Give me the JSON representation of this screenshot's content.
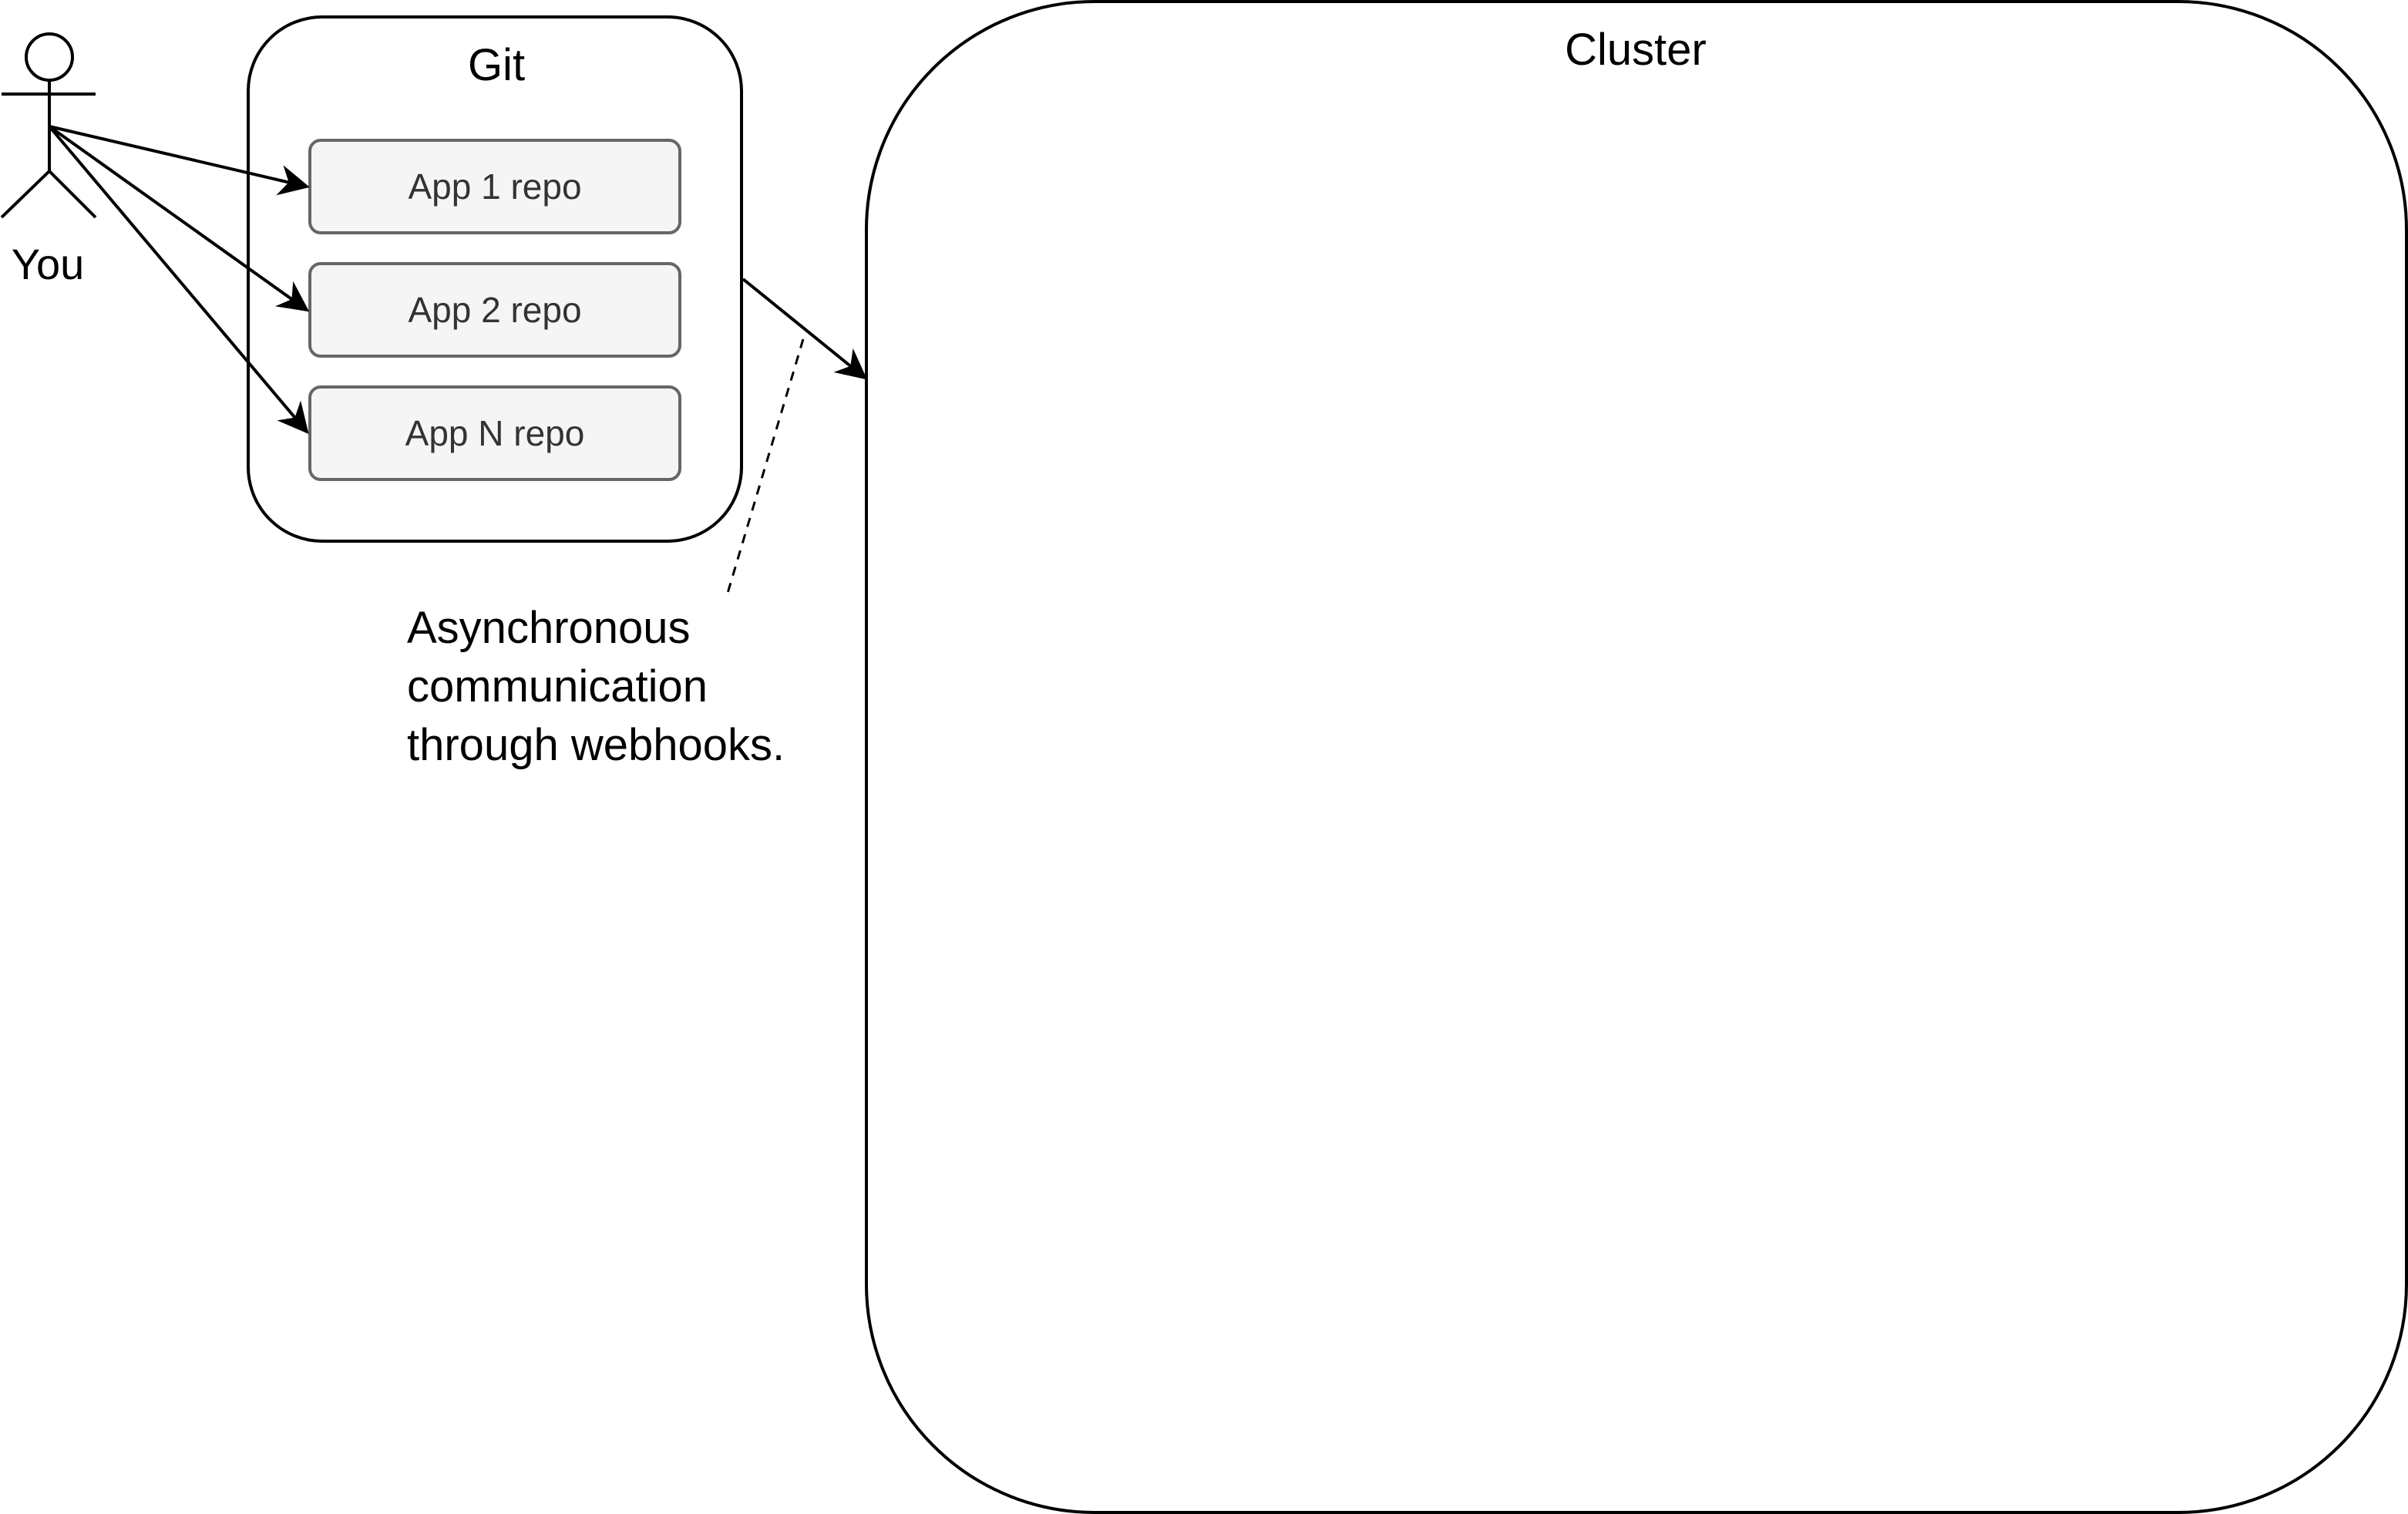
{
  "actor": {
    "label": "You",
    "icon": "user-actor-icon"
  },
  "git": {
    "title": "Git",
    "repos": [
      {
        "label": "App 1 repo"
      },
      {
        "label": "App 2 repo"
      },
      {
        "label": "App N repo"
      }
    ]
  },
  "cluster": {
    "title": "Cluster"
  },
  "annotation": {
    "lines": [
      "Asynchronous",
      "communication",
      "through webhooks."
    ]
  },
  "colors": {
    "stroke": "#000000",
    "repo_fill": "#f5f5f5",
    "repo_stroke": "#666666",
    "repo_text": "#333333",
    "background": "#ffffff"
  }
}
